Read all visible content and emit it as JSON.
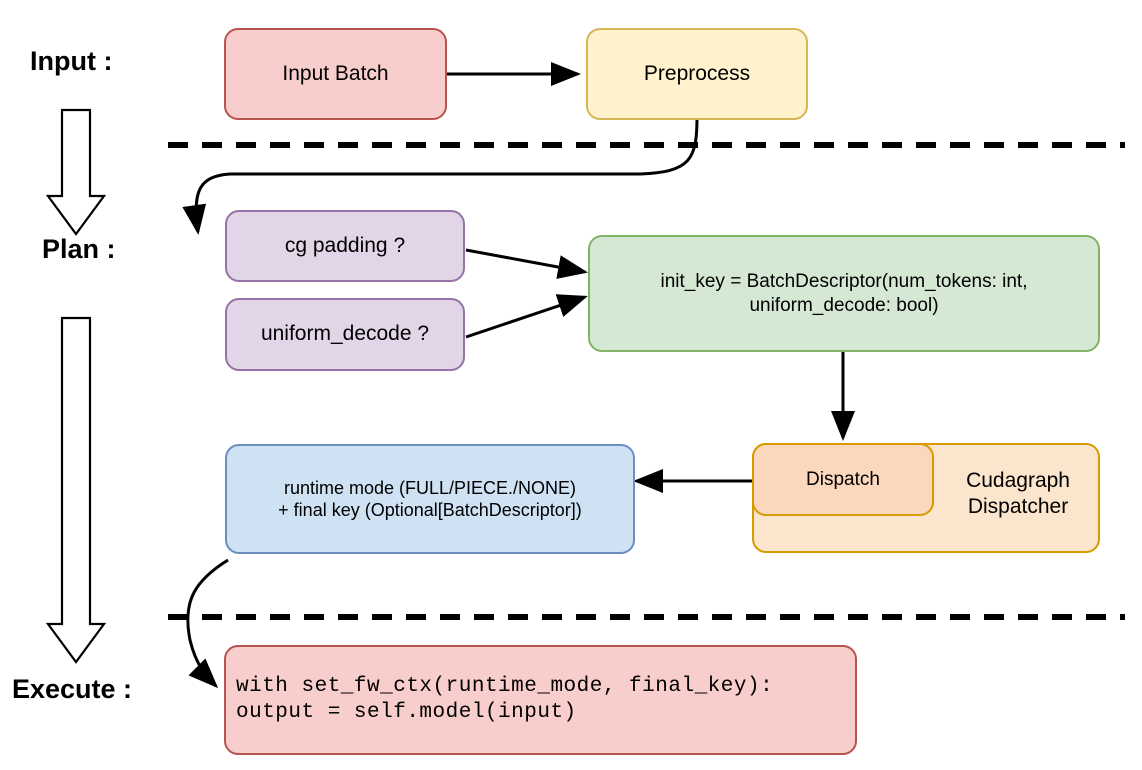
{
  "diagram": {
    "title": "vLLM cudagraph dispatch pipeline",
    "background": "#ffffff",
    "stage_labels": [
      {
        "id": "input",
        "text": "Input :"
      },
      {
        "id": "plan",
        "text": "Plan :"
      },
      {
        "id": "execute",
        "text": "Execute :"
      }
    ],
    "nodes": [
      {
        "id": "input-batch",
        "label": "Input Batch",
        "fill": "#f8cecc",
        "stroke": "#b85450",
        "font_size": "21px"
      },
      {
        "id": "preprocess",
        "label": "Preprocess",
        "fill": "#fff2cc",
        "stroke": "#d6b656",
        "font_size": "21px"
      },
      {
        "id": "cg-padding",
        "label": "cg padding ?",
        "fill": "#e1d5e7",
        "stroke": "#9673a6",
        "font_size": "21px"
      },
      {
        "id": "uniform-decode",
        "label": "uniform_decode ?",
        "fill": "#e1d5e7",
        "stroke": "#9673a6",
        "font_size": "21px"
      },
      {
        "id": "init-key",
        "label": "init_key = BatchDescriptor(num_tokens: int,\nuniform_decode: bool)",
        "fill": "#d5e8d4",
        "stroke": "#82b366",
        "font_size": "19px"
      },
      {
        "id": "cudagraph-dispatcher",
        "label": "Cudagraph\nDispatcher",
        "fill": "#fce5cd",
        "stroke": "#d79b00",
        "font_size": "21px"
      },
      {
        "id": "dispatch",
        "label": "Dispatch",
        "fill": "#fad7bd",
        "stroke": "#d79b00",
        "font_size": "19px"
      },
      {
        "id": "runtime-mode",
        "label": "runtime mode (FULL/PIECE./NONE)\n+ final key (Optional[BatchDescriptor])",
        "fill": "#cfe2f3",
        "stroke": "#6c8ebf",
        "font_size": "18px"
      },
      {
        "id": "execute-code",
        "label": "with set_fw_ctx(runtime_mode, final_key):\n    output = self.model(input)",
        "fill": "#f8cecc",
        "stroke": "#b85450",
        "font_size": "21px"
      }
    ],
    "edges": [
      {
        "id": "input-batch-to-preprocess",
        "from": "input-batch",
        "to": "preprocess",
        "style": "solid-arrow"
      },
      {
        "id": "preprocess-to-cg-padding",
        "from": "preprocess",
        "to": "cg-padding",
        "style": "curved-arrow"
      },
      {
        "id": "cg-padding-to-init-key",
        "from": "cg-padding",
        "to": "init-key",
        "style": "solid-arrow"
      },
      {
        "id": "uniform-decode-to-init-key",
        "from": "uniform-decode",
        "to": "init-key",
        "style": "solid-arrow"
      },
      {
        "id": "init-key-to-dispatch",
        "from": "init-key",
        "to": "dispatch",
        "style": "solid-arrow"
      },
      {
        "id": "dispatch-to-runtime-mode",
        "from": "dispatch",
        "to": "runtime-mode",
        "style": "solid-arrow"
      },
      {
        "id": "runtime-mode-to-execute-code",
        "from": "runtime-mode",
        "to": "execute-code",
        "style": "curved-arrow"
      }
    ],
    "separators": [
      {
        "id": "input-plan-divider",
        "style": "dashed"
      },
      {
        "id": "plan-execute-divider",
        "style": "dashed"
      }
    ],
    "flow_arrows": [
      {
        "id": "input-to-plan-block-arrow",
        "direction": "down"
      },
      {
        "id": "plan-to-execute-block-arrow",
        "direction": "down"
      }
    ],
    "colors": {
      "line": "#000000",
      "pink_fill": "#f8cecc",
      "pink_stroke": "#b85450",
      "yellow_fill": "#fff2cc",
      "yellow_stroke": "#d6b656",
      "purple_fill": "#e1d5e7",
      "purple_stroke": "#9673a6",
      "green_fill": "#d5e8d4",
      "green_stroke": "#82b366",
      "orange_fill": "#fce5cd",
      "orange_stroke": "#d79b00",
      "orange_inner_fill": "#fad7bd",
      "blue_fill": "#cfe2f3",
      "blue_stroke": "#6c8ebf"
    }
  }
}
